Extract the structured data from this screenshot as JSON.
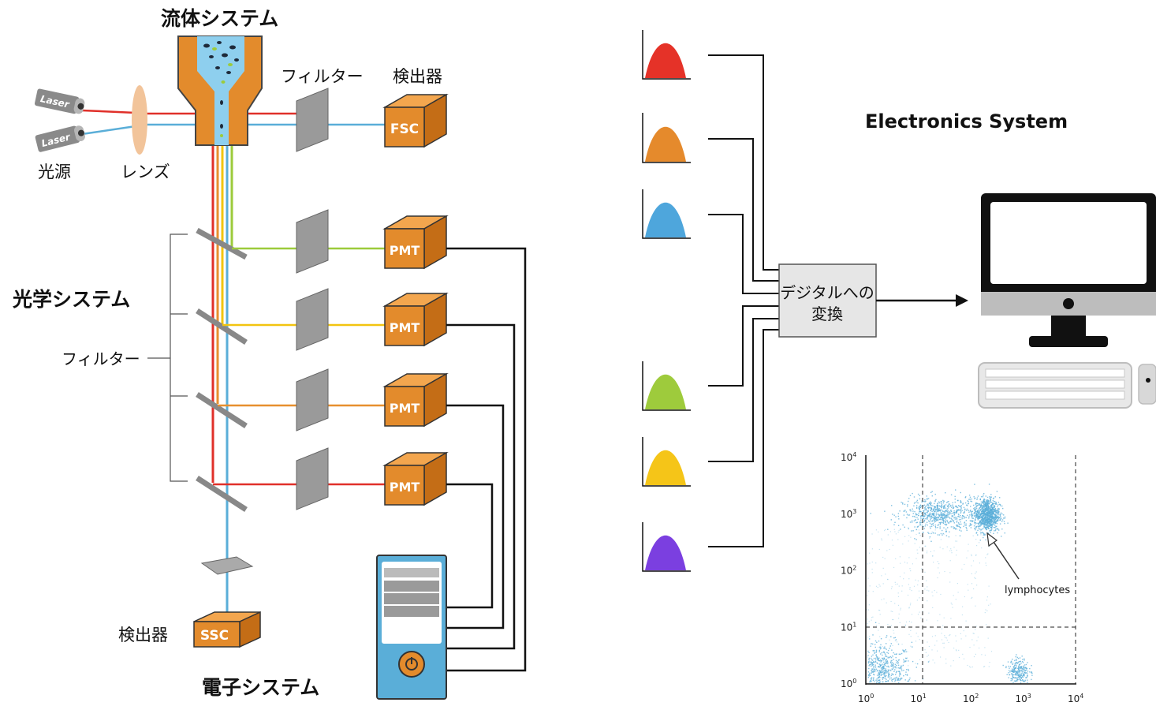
{
  "left_diagram": {
    "fluidics_title": "流体システム",
    "optics_title": "光学システム",
    "electronics_title": "電子システム",
    "filter_label_top": "フィルター",
    "detector_label_top": "検出器",
    "filter_label_side": "フィルター",
    "detector_label_bottom": "検出器",
    "light_source_label": "光源",
    "lens_label": "レンズ",
    "laser_text": "Laser",
    "fsc_label": "FSC",
    "ssc_label": "SSC",
    "pmt_label": "PMT"
  },
  "right_diagram": {
    "system_title": "Electronics System",
    "converter_line1": "デジタルへの",
    "converter_line2": "変換",
    "peaks": [
      {
        "color": "#e53228"
      },
      {
        "color": "#e58a2c"
      },
      {
        "color": "#4ea6dc"
      },
      {
        "color": "#9ecb3c"
      },
      {
        "color": "#f5c518"
      },
      {
        "color": "#7b3fe0"
      }
    ]
  },
  "colors": {
    "orange": "#e38b2c",
    "red": "#e0302a",
    "blue": "#5aaed8",
    "yellow": "#f2c40f",
    "green": "#9ccb3b",
    "orange_line": "#e78f2e",
    "dot_blue": "#5aaed8"
  },
  "chart_data": {
    "type": "scatter",
    "title": "",
    "xlabel": "",
    "ylabel": "",
    "scale": "log",
    "xlim": [
      1,
      10000
    ],
    "ylim": [
      1,
      10000
    ],
    "x_ticks": [
      "10",
      "10",
      "10",
      "10",
      "10"
    ],
    "x_tick_exponents": [
      "0",
      "1",
      "2",
      "3",
      "4"
    ],
    "y_ticks": [
      "10",
      "10",
      "10",
      "10",
      "10"
    ],
    "y_tick_exponents": [
      "0",
      "1",
      "2",
      "3",
      "4"
    ],
    "gate_lines": {
      "x": 12,
      "y": 10
    },
    "annotation": "lymphocytes",
    "clusters": [
      {
        "cx": 2.0,
        "cy": 1.5,
        "spread_x": 0.28,
        "spread_y": 0.28,
        "density": "high"
      },
      {
        "cx": 25,
        "cy": 1000,
        "spread_x": 0.35,
        "spread_y": 0.15,
        "density": "high"
      },
      {
        "cx": 200,
        "cy": 1000,
        "spread_x": 0.12,
        "spread_y": 0.15,
        "density": "very_high"
      },
      {
        "cx": 800,
        "cy": 1.7,
        "spread_x": 0.1,
        "spread_y": 0.12,
        "density": "medium"
      }
    ]
  }
}
